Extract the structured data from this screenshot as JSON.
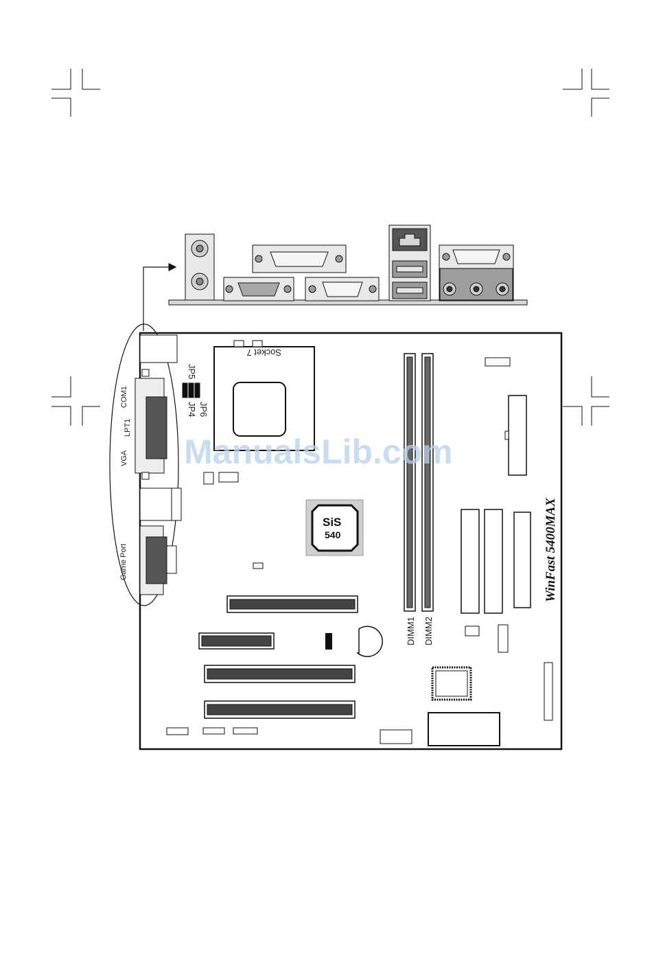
{
  "board": {
    "model": "WinFast 5400MAX",
    "socket_label": "Socket 7",
    "chipset_line1": "SiS",
    "chipset_line2": "540"
  },
  "jumpers": {
    "jp4": "JP4",
    "jp5": "JP5",
    "jp6": "JP6"
  },
  "ports": {
    "com1": "COM1",
    "lpt1": "LPT1",
    "vga": "VGA",
    "game_port": "Game Port"
  },
  "memory": {
    "dimm1": "DIMM1",
    "dimm2": "DIMM2"
  },
  "watermark": "ManualsLib.com",
  "colors": {
    "line": "#111111",
    "panel_fill": "#e8e8e8",
    "chip_shadow": "#cfcfcf",
    "watermark": "#b9d2ec"
  }
}
